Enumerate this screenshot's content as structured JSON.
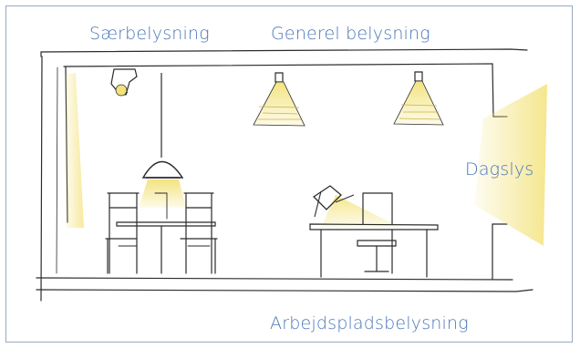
{
  "labels": {
    "accent_lighting": "Særbelysning",
    "general_lighting": "Generel belysning",
    "daylight": "Dagslys",
    "workplace_lighting": "Arbejdspladsbelysning"
  },
  "colors": {
    "label_text": "#4a76b8",
    "frame_border": "#9aa9c0",
    "pencil": "#2b2b2b",
    "light_glow": "#f3e27a"
  },
  "icons": [
    "spotlight-icon",
    "pendant-lamp-icon",
    "ceiling-downlight-icon",
    "desk-lamp-icon"
  ]
}
